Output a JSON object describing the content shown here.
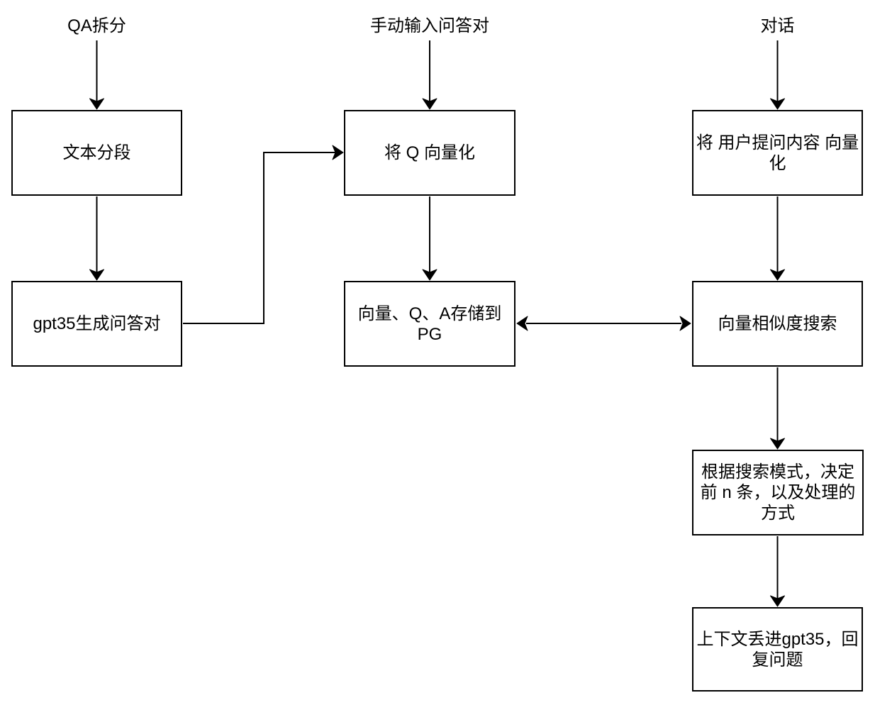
{
  "diagram": {
    "entry_labels": {
      "qa_split": "QA拆分",
      "manual_qa": "手动输入问答对",
      "chat": "对话"
    },
    "nodes": {
      "text_segmentation": "文本分段",
      "gpt35_generate_qa": "gpt35生成问答对",
      "vectorize_q": "将 Q 向量化",
      "store_to_pg": "向量、Q、A存储到\nPG",
      "vectorize_user_question": "将 用户提问内容 向量\n化",
      "vector_similarity_search": "向量相似度搜索",
      "search_mode_decision": "根据搜索模式，决定\n前 n 条，以及处理的\n方式",
      "gpt35_reply": "上下文丢进gpt35，回\n复问题"
    },
    "colors": {
      "stroke": "#000000",
      "fill": "#ffffff",
      "text": "#000000"
    }
  }
}
